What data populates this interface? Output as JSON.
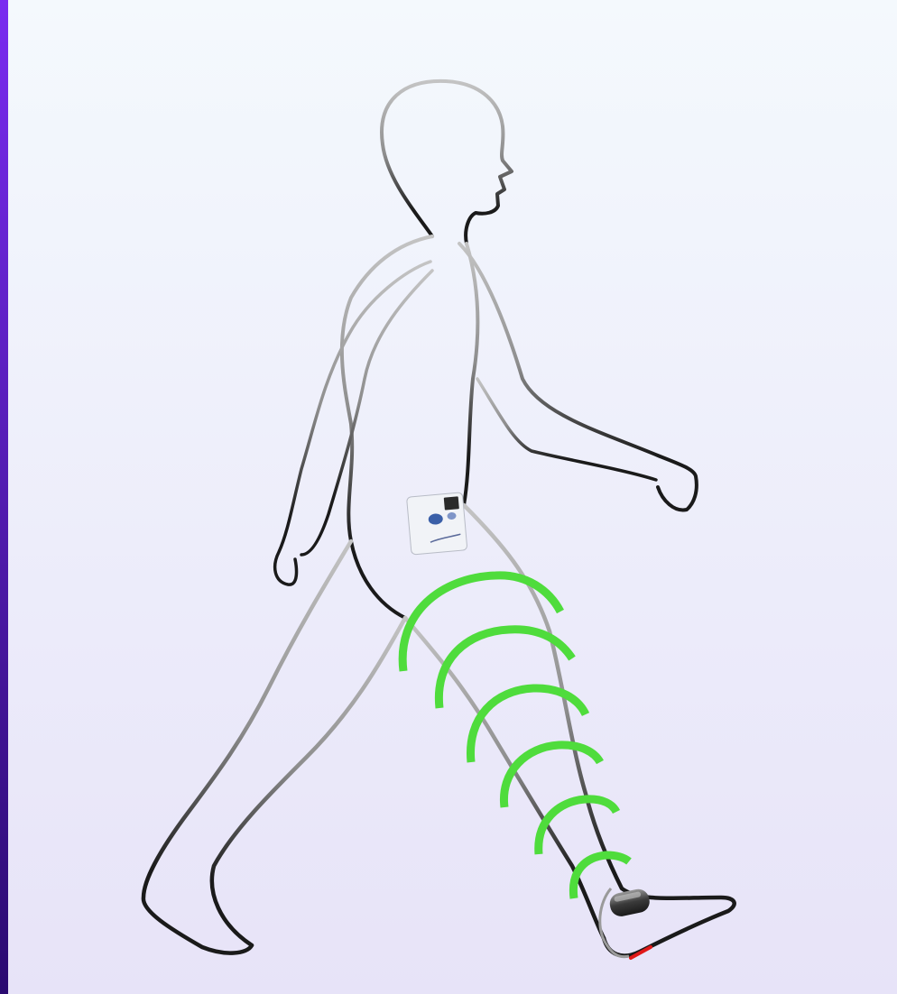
{
  "colors": {
    "edge_bar_top": "#7a2cf0",
    "edge_bar_bottom": "#2a0a70",
    "background_top": "#f4f9fd",
    "background_bottom": "#e7e3f8",
    "outline_light": "#c4c4c4",
    "outline_mid": "#8e8e8e",
    "outline_dark": "#1a1a1a",
    "signal_waves": "#4fdc3c",
    "stimulator_body": "#f1f3f7",
    "stimulator_screen": "#2a2a2a",
    "stimulator_button": "#3a5fa8",
    "sensor_body": "#5a5a5a",
    "heel_sensor": "#e01818",
    "cable": "#9a9a9a"
  },
  "diagram": {
    "subject": "walking-person-silhouette",
    "devices": [
      {
        "name": "waist-stimulator-unit",
        "location": "hip"
      },
      {
        "name": "leg-cuff-sensor",
        "location": "ankle"
      },
      {
        "name": "heel-switch",
        "location": "heel"
      }
    ],
    "signal_wave_count": 6
  }
}
